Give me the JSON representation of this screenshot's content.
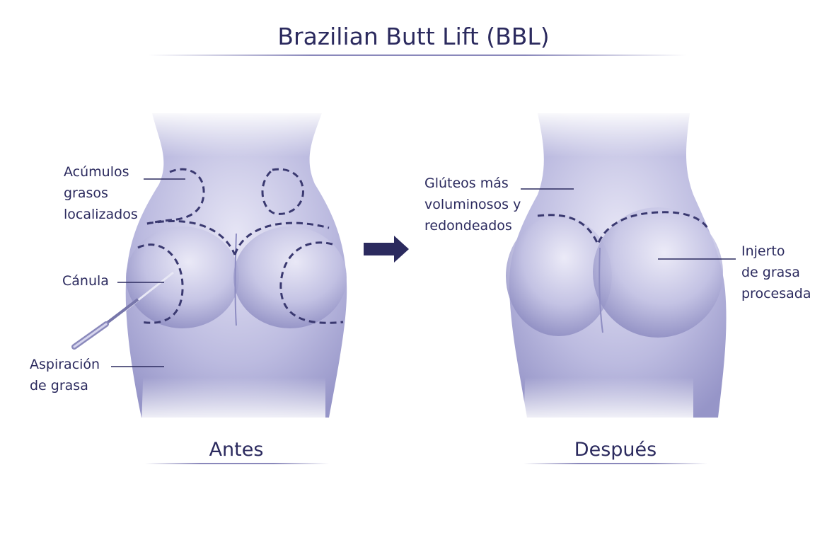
{
  "title": "Brazilian Butt Lift (BBL)",
  "before": {
    "caption": "Antes",
    "labels": {
      "fat_deposits": [
        "Acúmulos",
        "grasos",
        "localizados"
      ],
      "cannula": "Cánula",
      "aspiration": [
        "Aspiración",
        "de grasa"
      ]
    }
  },
  "after": {
    "caption": "Después",
    "labels": {
      "glutes": [
        "Glúteos más",
        "voluminosos y",
        "redondeados"
      ],
      "graft": [
        "Injerto",
        "de grasa",
        "procesada"
      ]
    }
  },
  "colors": {
    "text": "#2b2a5e",
    "skin": "#b9b8dd",
    "arrow": "#2b2a5e"
  }
}
